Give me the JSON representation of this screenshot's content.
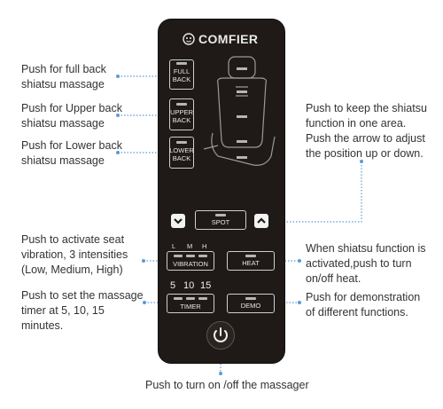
{
  "brand": {
    "name": "COMFIER"
  },
  "buttons": {
    "full_back": "FULL\nBACK",
    "upper_back": "UPPER\nBACK",
    "lower_back": "LOWER\nBACK",
    "spot": "SPOT",
    "vibration": "VIBRATION",
    "heat": "HEAT",
    "timer": "TIMER",
    "demo": "DEMO"
  },
  "intensity_labels": {
    "low": "L",
    "medium": "M",
    "high": "H"
  },
  "timer_values": {
    "t5": "5",
    "t10": "10",
    "t15": "15"
  },
  "callouts": {
    "full_back": "Push for full back\nshiatsu massage",
    "upper_back": "Push for Upper back\nshiatsu massage",
    "lower_back": "Push for Lower back\nshiatsu massage",
    "spot": "Push to keep the shiatsu\nfunction in one area.\nPush the arrow to adjust\nthe position up or down.",
    "vibration": "Push to activate seat\nvibration, 3 intensities\n(Low, Medium, High)",
    "heat": "When shiatsu function is\nactivated,push to turn\non/off heat.",
    "timer": "Push to set the massage\ntimer at 5, 10, 15\nminutes.",
    "demo": "Push for demonstration\nof different functions.",
    "power": "Push to turn on /off the massager"
  },
  "colors": {
    "panel": "#1f1a17",
    "leader": "#5b9bd5",
    "text": "#333333"
  }
}
